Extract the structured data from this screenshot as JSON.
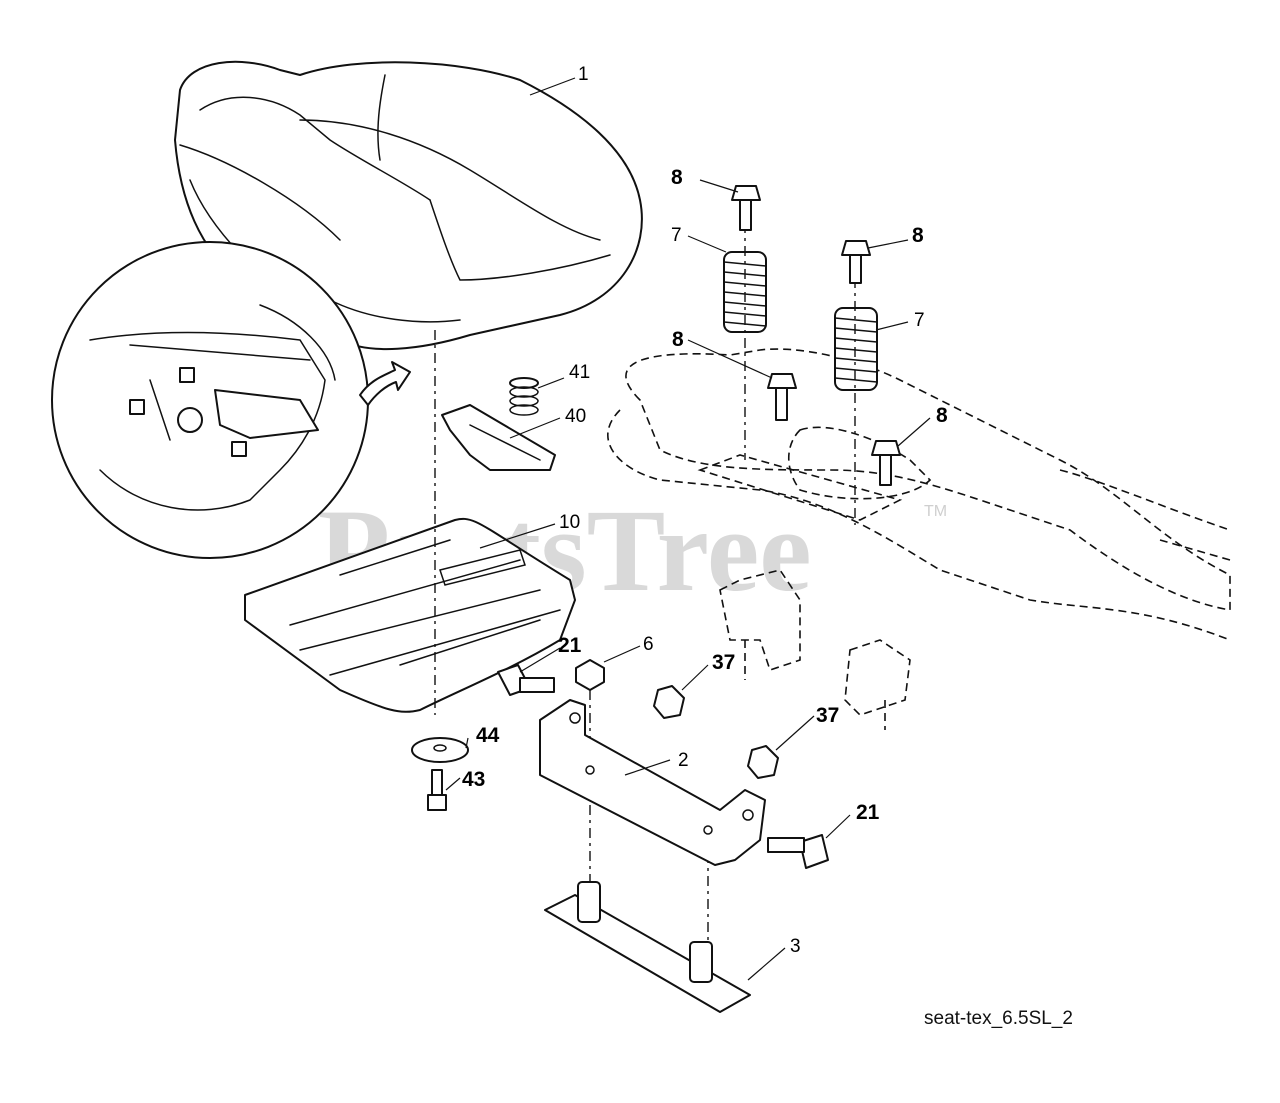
{
  "diagram": {
    "watermark": "PartsTree",
    "trademark": "TM",
    "reference": "seat-tex_6.5SL_2",
    "callouts": {
      "seat": "1",
      "bracket": "2",
      "plate": "3",
      "nut_6": "6",
      "spring_7a": "7",
      "spring_7b": "7",
      "bolt_8a": "8",
      "bolt_8b": "8",
      "bolt_8c": "8",
      "bolt_8d": "8",
      "pan": "10",
      "bolt_21a": "21",
      "bolt_21b": "21",
      "nut_37a": "37",
      "nut_37b": "37",
      "clip": "40",
      "spring_41": "41",
      "screw_43": "43",
      "washer_44": "44"
    }
  }
}
